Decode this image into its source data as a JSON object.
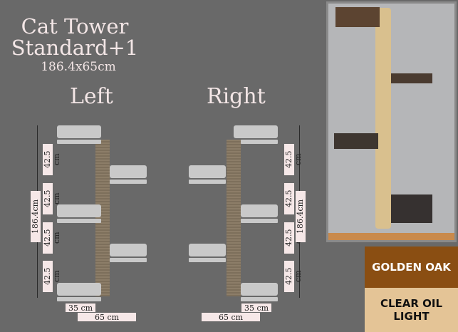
{
  "title": {
    "line1": "Cat Tower",
    "line2": "Standard+1",
    "dimensions": "186.4x65cm"
  },
  "diagrams": {
    "left": {
      "label": "Left"
    },
    "right": {
      "label": "Right"
    },
    "measurements": {
      "section_height": "42.5 cm",
      "total_height": "186.4cm",
      "shelf_width": "35 cm",
      "total_width": "65 cm"
    }
  },
  "swatches": [
    {
      "label": "GOLDEN OAK",
      "color": "#8a4e12",
      "text_color": "#ffffff"
    },
    {
      "label": "CLEAR OIL LIGHT",
      "color": "#e4c496",
      "text_color": "#111111"
    }
  ]
}
